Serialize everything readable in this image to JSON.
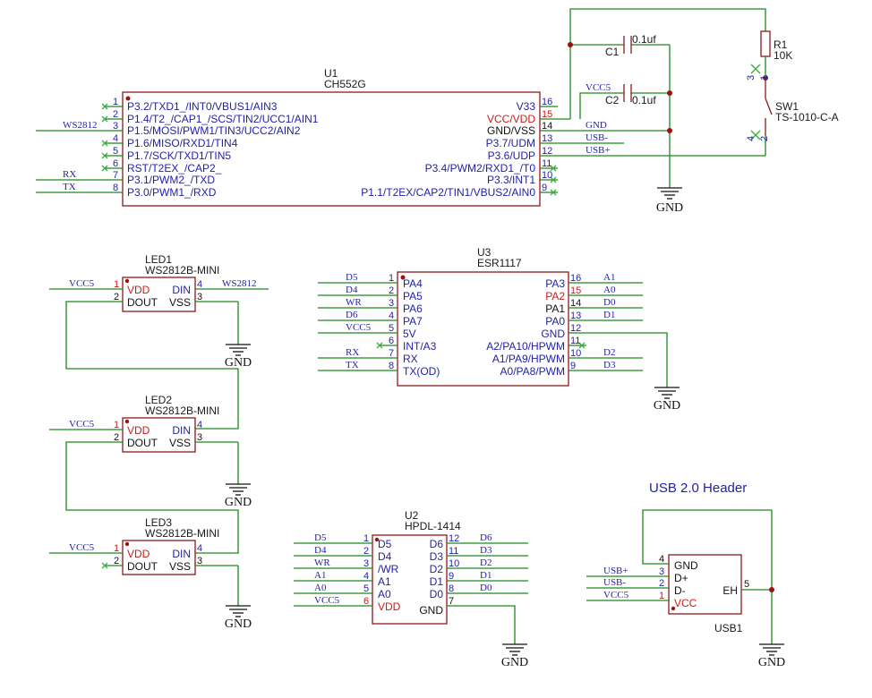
{
  "u1": {
    "ref": "U1",
    "value": "CH552G",
    "left_pins": [
      {
        "num": "1",
        "name": "P3.2/TXD1_/INT0/VBUS1/AIN3"
      },
      {
        "num": "2",
        "name": "P1.4/T2_/CAP1_/SCS/TIN2/UCC1/AIN1"
      },
      {
        "num": "3",
        "name": "P1.5/MOSI/PWM1/TIN3/UCC2/AIN2"
      },
      {
        "num": "4",
        "name": "P1.6/MISO/RXD1/TIN4"
      },
      {
        "num": "5",
        "name": "P1.7/SCK/TXD1/TIN5"
      },
      {
        "num": "6",
        "name": "RST/T2EX_/CAP2_"
      },
      {
        "num": "7",
        "name": "P3.1/PWM2_/TXD"
      },
      {
        "num": "8",
        "name": "P3.0/PWM1_/RXD"
      }
    ],
    "right_pins": [
      {
        "num": "16",
        "name": "V33"
      },
      {
        "num": "15",
        "name": "VCC/VDD"
      },
      {
        "num": "14",
        "name": "GND/VSS"
      },
      {
        "num": "13",
        "name": "P3.7/UDM"
      },
      {
        "num": "12",
        "name": "P3.6/UDP"
      },
      {
        "num": "11",
        "name": "P3.4/PWM2/RXD1_/T0"
      },
      {
        "num": "10",
        "name": "P3.3/INT1"
      },
      {
        "num": "9",
        "name": "P1.1/T2EX/CAP2/TIN1/VBUS2/AIN0"
      }
    ],
    "nets": {
      "ws2812": "WS2812",
      "rx": "RX",
      "tx": "TX",
      "vcc5": "VCC5",
      "gnd": "GND",
      "usb_m": "USB-",
      "usb_p": "USB+"
    }
  },
  "c1": {
    "ref": "C1",
    "value": "0.1uf"
  },
  "c2": {
    "ref": "C2",
    "value": "0.1uf"
  },
  "r1": {
    "ref": "R1",
    "value": "10K"
  },
  "sw1": {
    "ref": "SW1",
    "value": "TS-1010-C-A",
    "pins": [
      "3",
      "1",
      "4",
      "2"
    ]
  },
  "gnd_label": "GND",
  "leds": [
    {
      "ref": "LED1",
      "value": "WS2812B-MINI",
      "vdd": "VDD",
      "dout": "DOUT",
      "din": "DIN",
      "vss": "VSS",
      "vcc_net": "VCC5",
      "din_net": "WS2812",
      "pin1": "1",
      "pin2": "2",
      "pin3": "3",
      "pin4": "4"
    },
    {
      "ref": "LED2",
      "value": "WS2812B-MINI",
      "vdd": "VDD",
      "dout": "DOUT",
      "din": "DIN",
      "vss": "VSS",
      "vcc_net": "VCC5",
      "din_net": "",
      "pin1": "1",
      "pin2": "2",
      "pin3": "3",
      "pin4": "4"
    },
    {
      "ref": "LED3",
      "value": "WS2812B-MINI",
      "vdd": "VDD",
      "dout": "DOUT",
      "din": "DIN",
      "vss": "VSS",
      "vcc_net": "VCC5",
      "din_net": "",
      "pin1": "1",
      "pin2": "2",
      "pin3": "3",
      "pin4": "4"
    }
  ],
  "u3": {
    "ref": "U3",
    "value": "ESR1117",
    "left_pins": [
      {
        "num": "1",
        "name": "PA4",
        "net": "D5"
      },
      {
        "num": "2",
        "name": "PA5",
        "net": "D4"
      },
      {
        "num": "3",
        "name": "PA6",
        "net": "WR"
      },
      {
        "num": "4",
        "name": "PA7",
        "net": "D6"
      },
      {
        "num": "5",
        "name": "5V",
        "net": "VCC5"
      },
      {
        "num": "6",
        "name": "INT/A3",
        "net": ""
      },
      {
        "num": "7",
        "name": "RX",
        "net": "RX"
      },
      {
        "num": "8",
        "name": "TX(OD)",
        "net": "TX"
      }
    ],
    "right_pins": [
      {
        "num": "16",
        "name": "PA3",
        "net": "A1"
      },
      {
        "num": "15",
        "name": "PA2",
        "net": "A0"
      },
      {
        "num": "14",
        "name": "PA1",
        "net": "D0"
      },
      {
        "num": "13",
        "name": "PA0",
        "net": "D1"
      },
      {
        "num": "12",
        "name": "GND",
        "net": ""
      },
      {
        "num": "11",
        "name": "A2/PA10/HPWM",
        "net": ""
      },
      {
        "num": "10",
        "name": "A1/PA9/HPWM",
        "net": "D2"
      },
      {
        "num": "9",
        "name": "A0/PA8/PWM",
        "net": "D3"
      }
    ]
  },
  "u2": {
    "ref": "U2",
    "value": "HPDL-1414",
    "left_pins": [
      {
        "num": "1",
        "name": "D5",
        "net": "D5"
      },
      {
        "num": "2",
        "name": "D4",
        "net": "D4"
      },
      {
        "num": "3",
        "name": "/WR",
        "net": "WR"
      },
      {
        "num": "4",
        "name": "A1",
        "net": "A1"
      },
      {
        "num": "5",
        "name": "A0",
        "net": "A0"
      },
      {
        "num": "6",
        "name": "VDD",
        "net": "VCC5"
      }
    ],
    "right_pins": [
      {
        "num": "12",
        "name": "D6",
        "net": "D6"
      },
      {
        "num": "11",
        "name": "D3",
        "net": "D3"
      },
      {
        "num": "10",
        "name": "D2",
        "net": "D2"
      },
      {
        "num": "9",
        "name": "D1",
        "net": "D1"
      },
      {
        "num": "8",
        "name": "D0",
        "net": "D0"
      },
      {
        "num": "7",
        "name": "GND",
        "net": ""
      }
    ]
  },
  "usb": {
    "title": "USB 2.0 Header",
    "ref": "USB1",
    "pins": [
      {
        "num": "4",
        "name": "GND",
        "net": ""
      },
      {
        "num": "3",
        "name": "D+",
        "net": "USB+"
      },
      {
        "num": "2",
        "name": "D-",
        "net": "USB-"
      },
      {
        "num": "1",
        "name": "VCC",
        "net": "VCC5"
      }
    ],
    "eh_name": "EH",
    "eh_num": "5"
  }
}
